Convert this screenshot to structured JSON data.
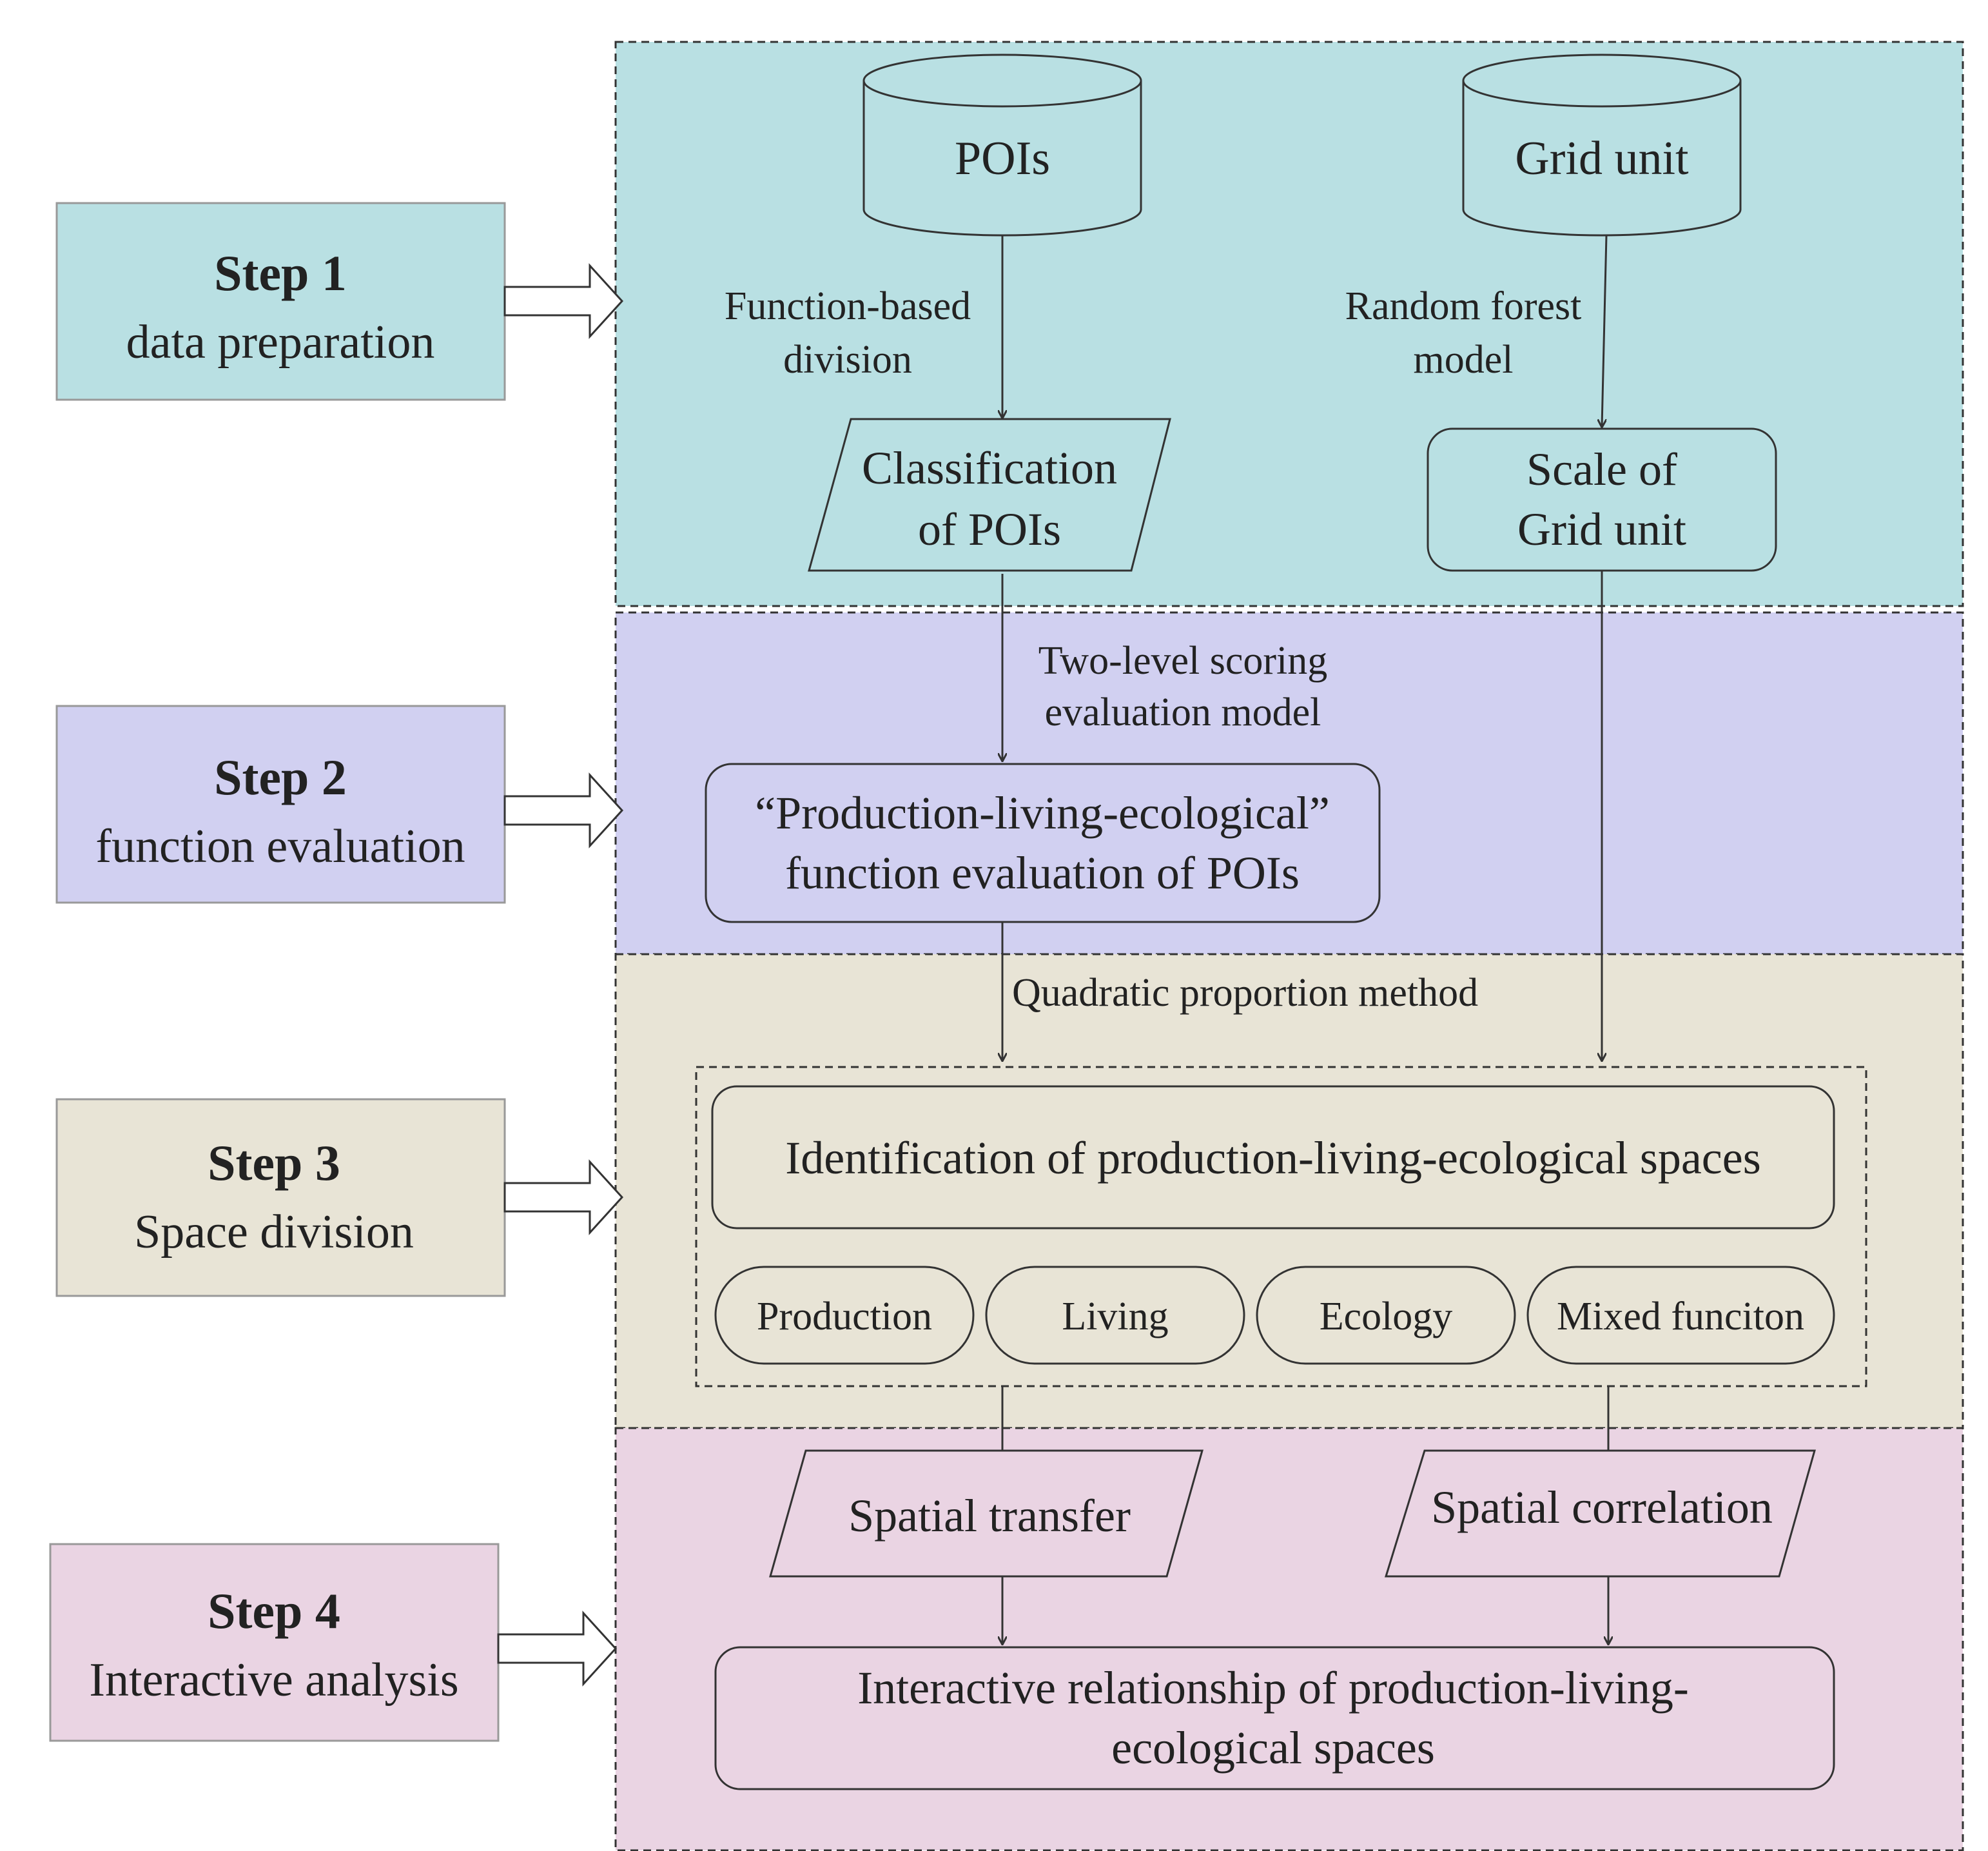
{
  "colors": {
    "band1": "#b9e0e3",
    "band2": "#d1d0f1",
    "band3": "#e8e4d6",
    "band4": "#ead4e3",
    "stroke": "#333333",
    "text": "#222222"
  },
  "steps": [
    {
      "title": "Step 1",
      "subtitle": "data preparation"
    },
    {
      "title": "Step 2",
      "subtitle": "function evaluation"
    },
    {
      "title": "Step 3",
      "subtitle": "Space division"
    },
    {
      "title": "Step 4",
      "subtitle": "Interactive analysis"
    }
  ],
  "step1": {
    "pois_db": "POIs",
    "grid_db": "Grid unit",
    "function_based_line1": "Function-based",
    "function_based_line2": "division",
    "random_forest_line1": "Random forest",
    "random_forest_line2": "model",
    "classification_line1": "Classification",
    "classification_line2": "of POIs",
    "scale_line1": "Scale of",
    "scale_line2": "Grid unit"
  },
  "step2": {
    "scoring_line1": "Two-level scoring",
    "scoring_line2": "evaluation model",
    "evaluation_line1": "“Production-living-ecological”",
    "evaluation_line2": "function evaluation of POIs"
  },
  "step3": {
    "method": "Quadratic proportion method",
    "identification": "Identification of production-living-ecological spaces",
    "types": [
      "Production",
      "Living",
      "Ecology",
      "Mixed funciton"
    ]
  },
  "step4": {
    "spatial_transfer": "Spatial transfer",
    "spatial_correlation": "Spatial correlation",
    "interactive_line1": "Interactive relationship of production-living-",
    "interactive_line2": "ecological spaces"
  }
}
